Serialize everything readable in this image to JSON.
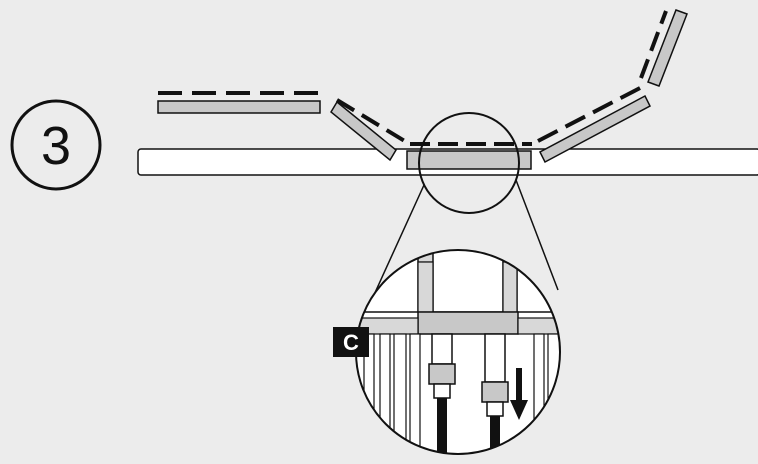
{
  "diagram": {
    "step_number": "3",
    "callout_label": "C",
    "colors": {
      "background": "#ececec",
      "panel_fill": "#c8c8c8",
      "outline": "#111111",
      "board_fill": "#ffffff",
      "callout_bg": "#111111",
      "callout_text": "#ffffff",
      "rail_fill": "#d8d8d8"
    },
    "icons": {
      "step_badge": "circled-number",
      "arrow": "arrow-down-icon",
      "magnifier": "magnifier-lens"
    }
  }
}
